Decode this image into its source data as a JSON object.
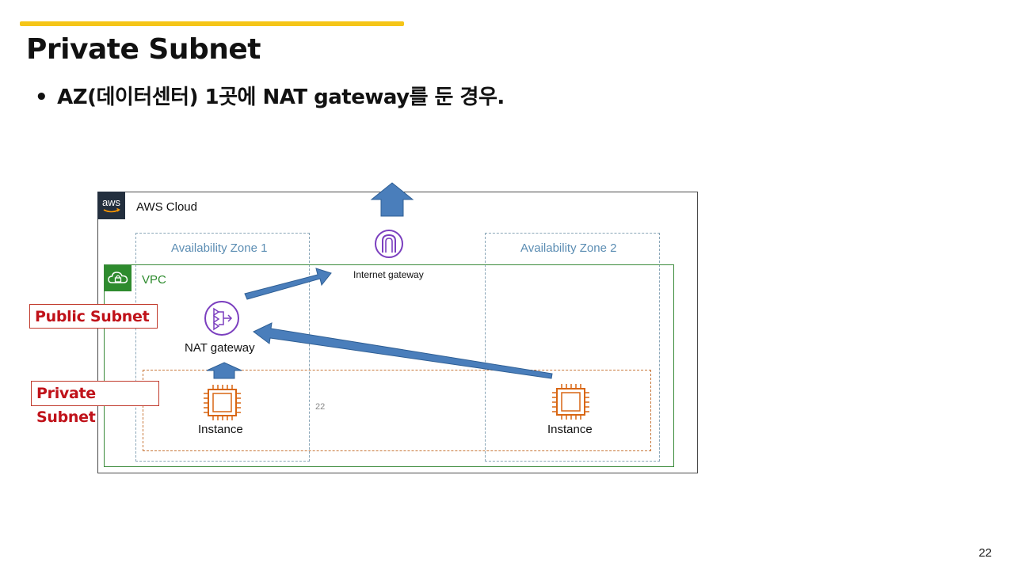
{
  "slide": {
    "title": "Private Subnet",
    "bullet_marker": "•",
    "bullet_text": "AZ(데이터센터) 1곳에 NAT gateway를 둔 경우.",
    "page_number": "22",
    "accent_color": "#f5c518"
  },
  "diagram": {
    "aws_logo_text": "aws",
    "aws_cloud_label": "AWS Cloud",
    "az1_label": "Availability Zone 1",
    "az2_label": "Availability Zone 2",
    "vpc_label": "VPC",
    "internet_gateway_label": "Internet gateway",
    "nat_gateway_label": "NAT gateway",
    "instance1_label": "Instance",
    "instance2_label": "Instance",
    "public_subnet_label": "Public Subnet",
    "private_subnet_label": "Private Subnet",
    "inner_number": "22",
    "colors": {
      "aws_dark": "#232f3e",
      "vpc_green": "#2e8b2e",
      "az_blue": "#5b8db3",
      "arrow_blue": "#4a7ebb",
      "instance_orange": "#d86613",
      "nat_purple": "#7b3fbf",
      "igw_purple": "#7b3fbf",
      "subnet_red": "#c0121a"
    }
  }
}
